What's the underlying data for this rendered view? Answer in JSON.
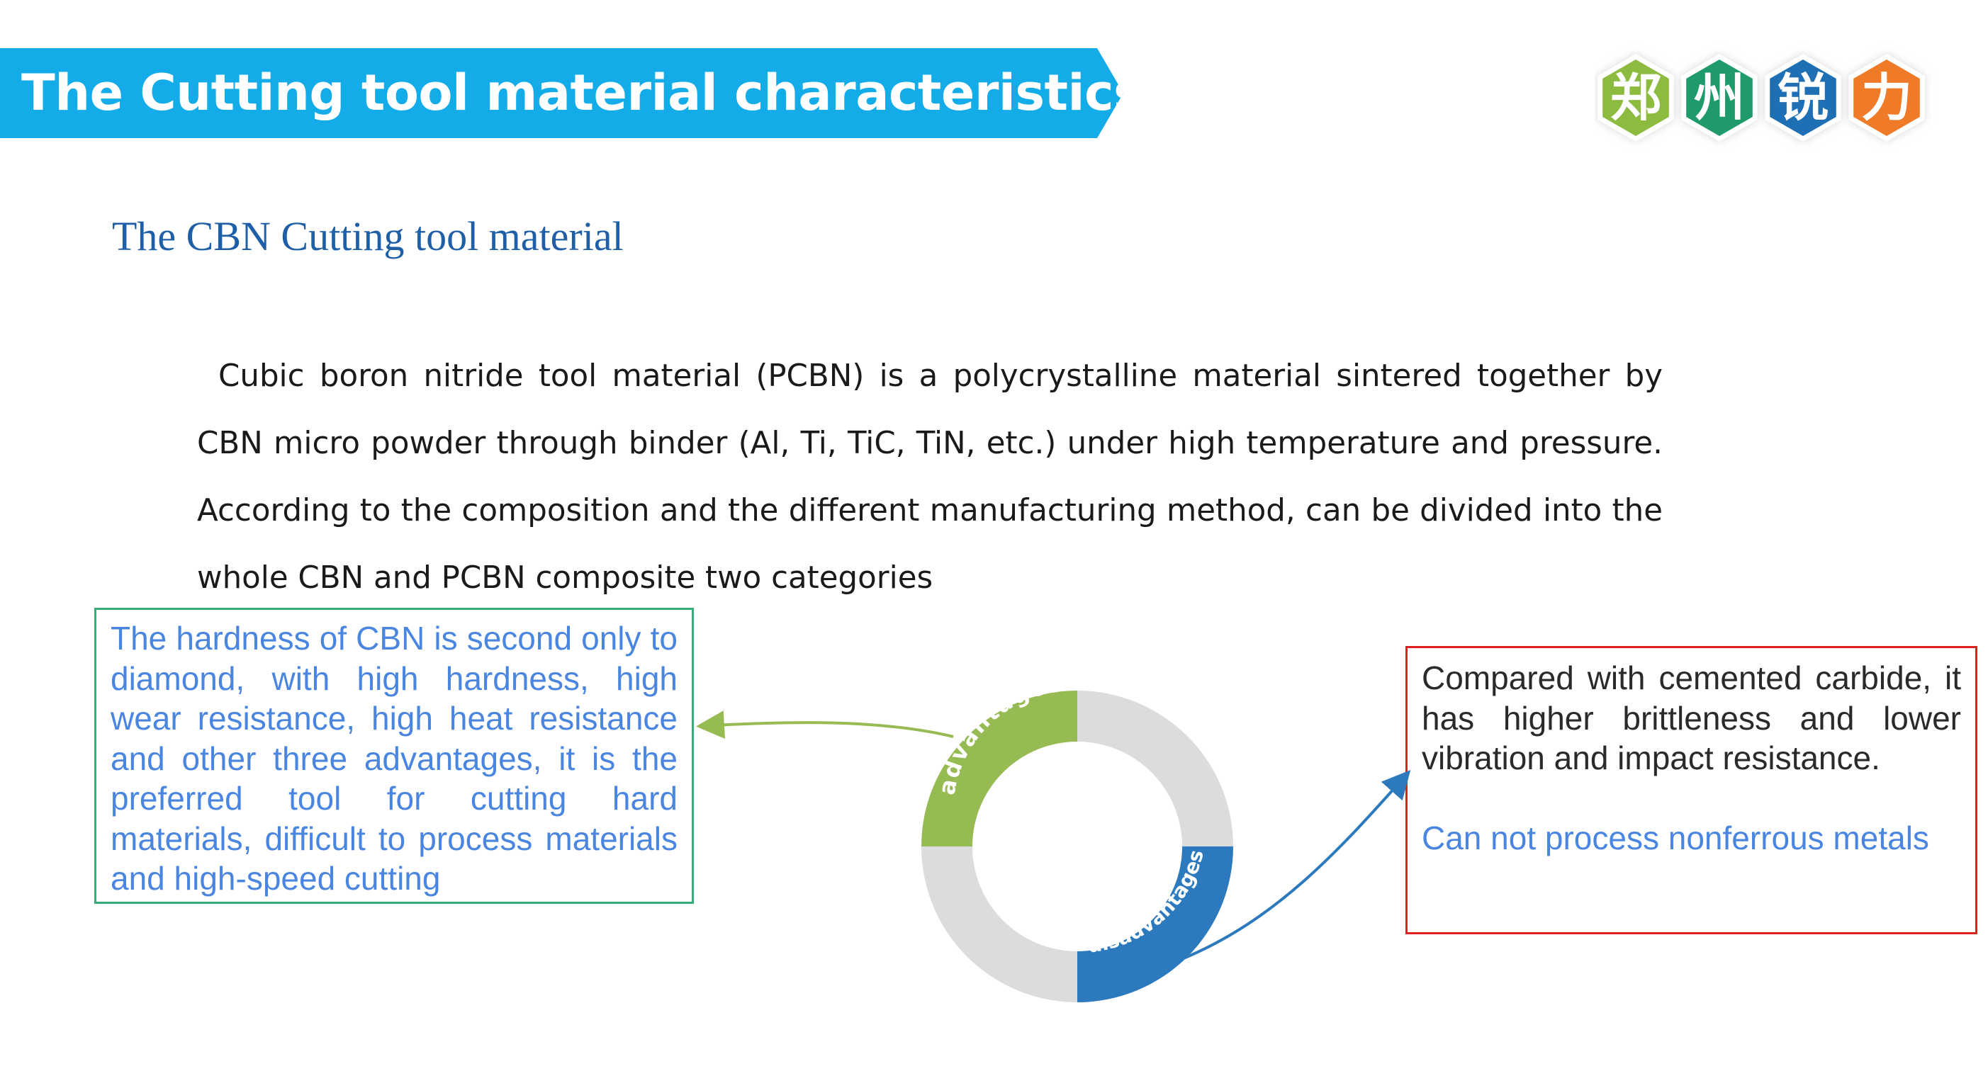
{
  "header": {
    "title": "The Cutting tool material characteristics"
  },
  "logo": {
    "chars": [
      "郑",
      "州",
      "锐",
      "力"
    ],
    "colors": [
      "#8dbb3f",
      "#1f9a6a",
      "#1f6fb5",
      "#ef7a28"
    ]
  },
  "section": {
    "subtitle": "The CBN Cutting tool material"
  },
  "paragraph": {
    "text": "Cubic boron nitride tool material (PCBN) is a polycrystalline material sintered together by CBN micro powder through binder (Al, Ti, TiC, TiN, etc.) under high temperature and pressure. According to the composition and the different manufacturing method, can be divided into the whole CBN and PCBN composite two categories"
  },
  "advantages": {
    "label": "advantages",
    "text": "The hardness of CBN is second only to diamond, with high hardness, high wear resistance, high heat resistance and other three advantages, it is the preferred tool for cutting hard materials, difficult to process materials and high-speed cutting"
  },
  "disadvantages": {
    "label": "disadvantages",
    "text": "Compared with cemented carbide, it has higher brittleness and lower vibration and impact resistance.",
    "note": "Can not process nonferrous metals"
  },
  "colors": {
    "banner": "#14ace8",
    "advantages": "#96bb53",
    "disadvantages": "#2c7abd",
    "ring_gray": "#dcdcdc",
    "adv_box_border": "#3bab7a",
    "dis_box_border": "#e02020"
  }
}
